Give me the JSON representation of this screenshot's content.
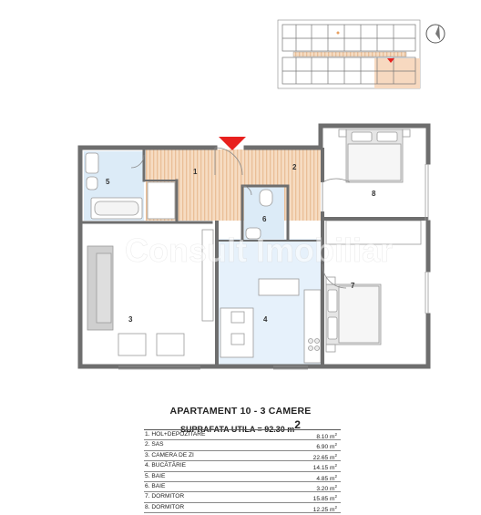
{
  "plan": {
    "title": "APARTAMENT 10 - 3 CAMERE",
    "area_label": "SUPRAFATA UTILA = 92.30 m",
    "area_exp": "2",
    "watermark": "Consult Imobiliar",
    "north_label": "N",
    "room_numbers": [
      "1",
      "2",
      "3",
      "4",
      "5",
      "6",
      "7",
      "8"
    ],
    "rooms": [
      {
        "name": "1. HOL+DEPOZITARE",
        "area": "8.10 m",
        "exp": "2"
      },
      {
        "name": "2. SAS",
        "area": "6.90 m",
        "exp": "2"
      },
      {
        "name": "3. CAMERA DE ZI",
        "area": "22.65 m",
        "exp": "2"
      },
      {
        "name": "4. BUCĂTĂRIE",
        "area": "14.15 m",
        "exp": "2"
      },
      {
        "name": "5. BAIE",
        "area": "4.85 m",
        "exp": "2"
      },
      {
        "name": "6. BAIE",
        "area": "3.20 m",
        "exp": "2"
      },
      {
        "name": "7. DORMITOR",
        "area": "15.85 m",
        "exp": "2"
      },
      {
        "name": "8. DORMITOR",
        "area": "12.25 m",
        "exp": "2"
      }
    ]
  },
  "colors": {
    "wall": "#6e6e6e",
    "hall_floor": "#f6dcc2",
    "hall_stripes": "#eabf98",
    "bath_floor": "#dcebf7",
    "kitchen_floor": "#e6f1fb",
    "entry_marker": "#e8201e",
    "keyplan_highlight": "#f7d9c0",
    "furniture": "#bdbdbd"
  }
}
